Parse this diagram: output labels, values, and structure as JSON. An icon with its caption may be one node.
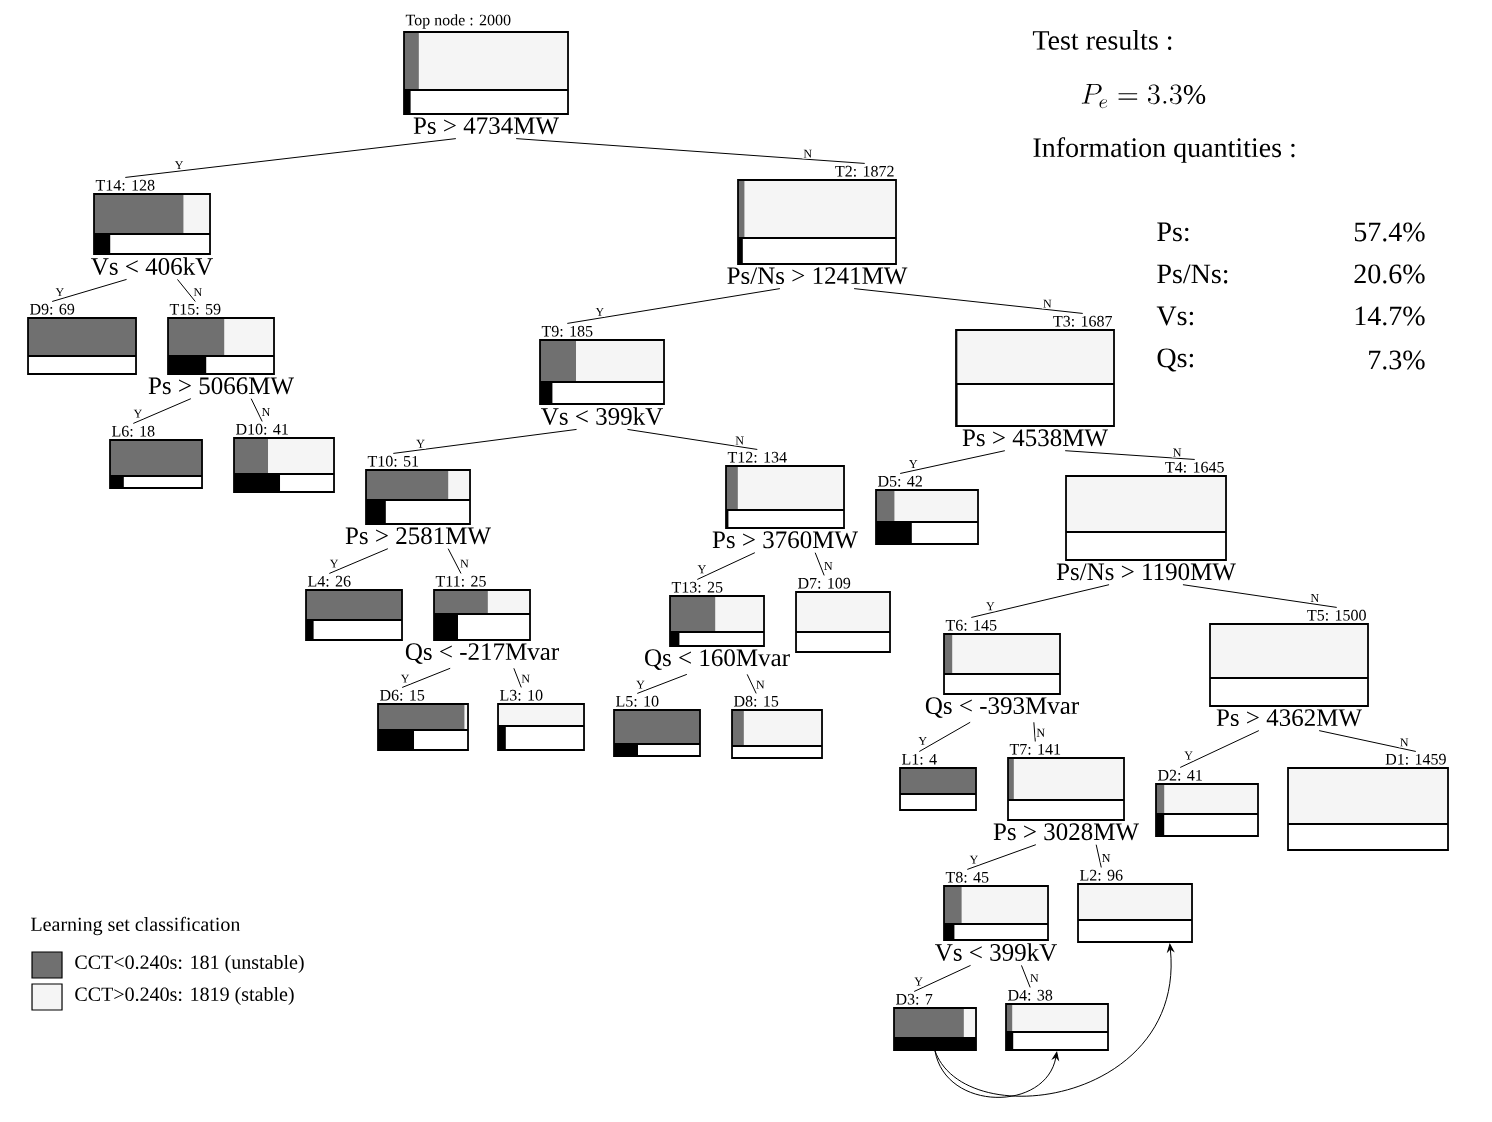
{
  "diagram": {
    "nodes": [
      {
        "text": [
          "Top node : 2000",
          "Ps > 4734MW"
        ]
      },
      {
        "text": [
          "T14: 128",
          "Vs < 406kV"
        ]
      },
      {
        "text": [
          "D9: 69"
        ]
      },
      {
        "text": [
          "T15: 59",
          "Ps > 5066MW"
        ]
      },
      {
        "text": [
          "L6: 18"
        ]
      },
      {
        "text": [
          "D10: 41"
        ]
      },
      {
        "text": [
          "T2: 1872",
          "Ps/Ns > 1241MW"
        ]
      },
      {
        "text": [
          "T9: 185",
          "Vs < 399kV"
        ]
      },
      {
        "text": [
          "T10: 51",
          "Ps > 2581MW"
        ]
      },
      {
        "text": [
          "L4: 26"
        ]
      },
      {
        "text": [
          "T11: 25",
          "Qs < -217Mvar"
        ]
      },
      {
        "text": [
          "D6: 15"
        ]
      },
      {
        "text": [
          "L3: 10"
        ]
      },
      {
        "text": [
          "T12: 134",
          "Ps > 3760MW"
        ]
      },
      {
        "text": [
          "T13: 25",
          "Qs < 160Mvar"
        ]
      },
      {
        "text": [
          "D7: 109"
        ]
      },
      {
        "text": [
          "L5: 10"
        ]
      },
      {
        "text": [
          "D8: 15"
        ]
      },
      {
        "text": [
          "T3: 1687",
          "Ps > 4538MW"
        ]
      },
      {
        "text": [
          "D5: 42"
        ]
      },
      {
        "text": [
          "T4: 1645",
          "Ps/Ns > 1190MW"
        ]
      },
      {
        "text": [
          "T6: 145",
          "Qs < -393Mvar"
        ]
      },
      {
        "text": [
          "T5: 1500",
          "Ps > 4362MW"
        ]
      },
      {
        "text": [
          "L1: 4"
        ]
      },
      {
        "text": [
          "T7: 141",
          "Ps > 3028MW"
        ]
      },
      {
        "text": [
          "D2: 41"
        ]
      },
      {
        "text": [
          "D1: 1459"
        ]
      },
      {
        "text": [
          "T8: 45",
          "Vs < 399kV"
        ]
      },
      {
        "text": [
          "L2: 96"
        ]
      },
      {
        "text": [
          "D3: 7"
        ]
      },
      {
        "text": [
          "D4: 38"
        ]
      }
    ],
    "edges": [
      {
        "from": 0,
        "to": 1,
        "arrow": "none",
        "label": "Y"
      },
      {
        "from": 0,
        "to": 6,
        "arrow": "none",
        "label": "N"
      },
      {
        "from": 1,
        "to": 2,
        "arrow": "none",
        "label": "Y"
      },
      {
        "from": 1,
        "to": 3,
        "arrow": "none",
        "label": "N"
      },
      {
        "from": 3,
        "to": 4,
        "arrow": "none",
        "label": "Y"
      },
      {
        "from": 3,
        "to": 5,
        "arrow": "none",
        "label": "N"
      },
      {
        "from": 6,
        "to": 7,
        "arrow": "none",
        "label": "Y"
      },
      {
        "from": 6,
        "to": 18,
        "arrow": "none",
        "label": "N"
      },
      {
        "from": 7,
        "to": 8,
        "arrow": "none",
        "label": "Y"
      },
      {
        "from": 7,
        "to": 13,
        "arrow": "none",
        "label": "N"
      },
      {
        "from": 8,
        "to": 9,
        "arrow": "none",
        "label": "Y"
      },
      {
        "from": 8,
        "to": 10,
        "arrow": "none",
        "label": "N"
      },
      {
        "from": 10,
        "to": 11,
        "arrow": "none",
        "label": "Y"
      },
      {
        "from": 10,
        "to": 12,
        "arrow": "none",
        "label": "N"
      },
      {
        "from": 13,
        "to": 14,
        "arrow": "none",
        "label": "Y"
      },
      {
        "from": 13,
        "to": 15,
        "arrow": "none",
        "label": "N"
      },
      {
        "from": 14,
        "to": 16,
        "arrow": "none",
        "label": "Y"
      },
      {
        "from": 14,
        "to": 17,
        "arrow": "none",
        "label": "N"
      },
      {
        "from": 18,
        "to": 19,
        "arrow": "none",
        "label": "Y"
      },
      {
        "from": 18,
        "to": 20,
        "arrow": "none",
        "label": "N"
      },
      {
        "from": 20,
        "to": 21,
        "arrow": "none",
        "label": "Y"
      },
      {
        "from": 20,
        "to": 22,
        "arrow": "none",
        "label": "N"
      },
      {
        "from": 21,
        "to": 23,
        "arrow": "none",
        "label": "Y"
      },
      {
        "from": 21,
        "to": 24,
        "arrow": "none",
        "label": "N"
      },
      {
        "from": 22,
        "to": 25,
        "arrow": "none",
        "label": "Y"
      },
      {
        "from": 22,
        "to": 26,
        "arrow": "none",
        "label": "N"
      },
      {
        "from": 24,
        "to": 27,
        "arrow": "none",
        "label": "Y"
      },
      {
        "from": 24,
        "to": 28,
        "arrow": "none",
        "label": "N"
      },
      {
        "from": 27,
        "to": 29,
        "arrow": "none",
        "label": "Y"
      },
      {
        "from": 27,
        "to": 30,
        "arrow": "none",
        "label": "N"
      },
      {
        "from": 29,
        "to": 30,
        "arrow": "to"
      },
      {
        "from": 29,
        "to": 28,
        "arrow": "to"
      }
    ],
    "labels": [
      "Test results :",
      "P_e = 3.3\\%",
      "Information quantities :",
      "Ps:",
      "57.4%",
      "Ps/Ns:",
      "20.6%",
      "Vs:",
      "14.7%",
      "Qs:",
      "7.3%",
      "Learning set classification"
    ],
    "legend": [
      {
        "text": "CCT<0.240s: 181 (unstable)",
        "color": "#707070"
      },
      {
        "text": "CCT>0.240s: 1819 (stable)",
        "color": "#f5f5f5"
      }
    ]
  }
}
